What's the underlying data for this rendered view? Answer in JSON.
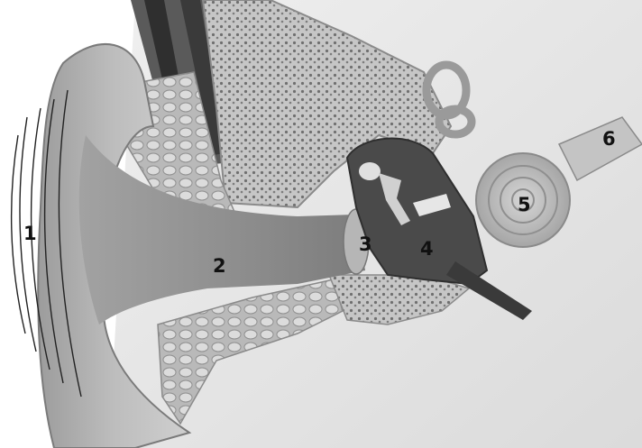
{
  "labels": {
    "l1": "1",
    "l2": "2",
    "l3": "3",
    "l4": "4",
    "l5": "5",
    "l6": "6"
  },
  "colors": {
    "background": "#ffffff",
    "skin": "#a9a9a9",
    "canal": "#8e8e8e",
    "bone": "#c8c8c8",
    "bone_pores": "#6f6f6f",
    "middle_ear_cavity": "#4a4a4a",
    "cochlea": "#b9b9b9",
    "label_text": "#111111",
    "sound_waves": "#222222"
  }
}
